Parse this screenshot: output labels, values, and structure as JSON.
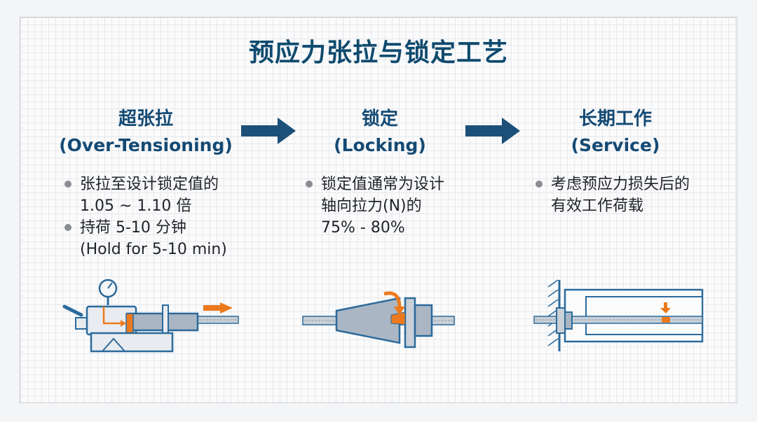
{
  "title": "预应力张拉与锁定工艺",
  "stages": [
    {
      "name_zh": "超张拉",
      "name_en": "(Over-Tensioning)",
      "bullets": [
        [
          "张拉至设计锁定值的",
          "1.05 ~ 1.10 倍"
        ],
        [
          "持荷 5-10 分钟",
          "(Hold for 5-10 min)"
        ]
      ]
    },
    {
      "name_zh": "锁定",
      "name_en": "(Locking)",
      "bullets": [
        [
          "锁定值通常为设计",
          "轴向拉力(N)的",
          "75% - 80%"
        ]
      ]
    },
    {
      "name_zh": "长期工作",
      "name_en": "(Service)",
      "bullets": [
        [
          "考虑预应力损失后的",
          "有效工作荷载"
        ]
      ]
    }
  ],
  "colors": {
    "title": "#0f4a6e",
    "heading": "#144a74",
    "arrow": "#1c5078",
    "steel": "#aab6c3",
    "outline": "#2b6a9b",
    "accent": "#ec7a1c"
  },
  "icons": {
    "stage1": "hydraulic-jack-icon",
    "stage2": "wedge-anchor-icon",
    "stage3": "anchored-tendon-icon",
    "flow": "right-arrow-icon"
  }
}
